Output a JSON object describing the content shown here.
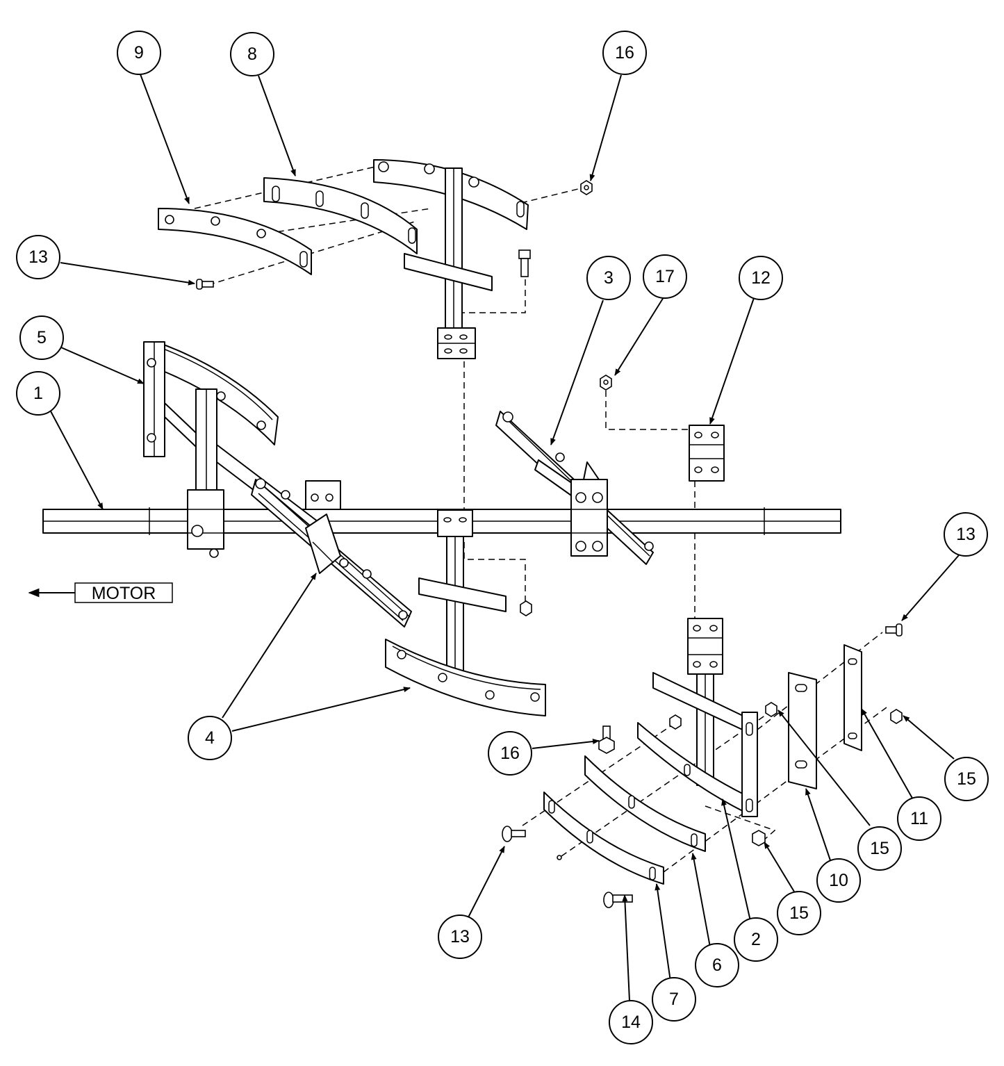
{
  "diagram": {
    "motor_label": "MOTOR",
    "callouts": [
      "9",
      "8",
      "16",
      "13",
      "3",
      "17",
      "12",
      "5",
      "1",
      "13",
      "4",
      "16",
      "15",
      "15",
      "11",
      "10",
      "15",
      "13",
      "14",
      "7",
      "6",
      "2"
    ]
  }
}
